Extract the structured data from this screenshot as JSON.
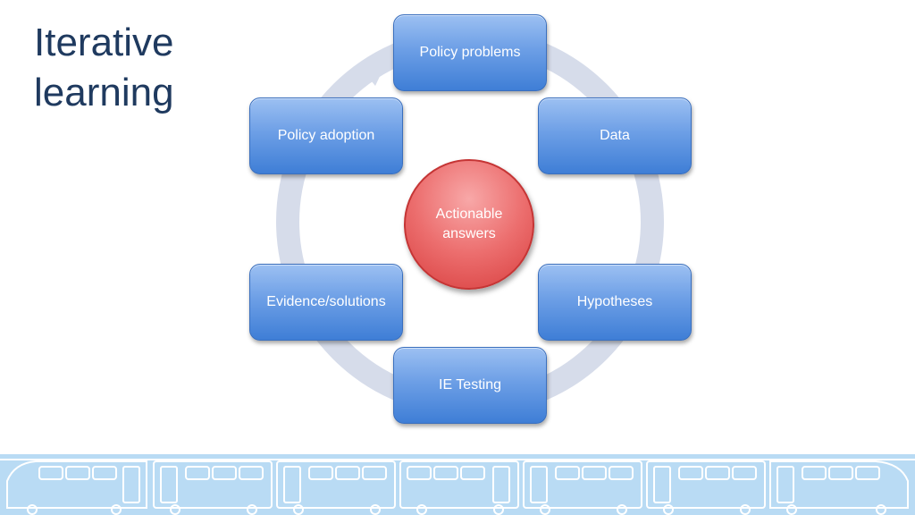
{
  "title": {
    "line1": "Iterative",
    "line2": "learning"
  },
  "diagram": {
    "center": "Actionable answers",
    "nodes": [
      "Policy problems",
      "Data",
      "Hypotheses",
      "IE Testing",
      "Evidence/solutions",
      "Policy adoption"
    ]
  },
  "colors": {
    "title": "#1f3a5f",
    "node": "#4a86d9",
    "center": "#e05555",
    "ring": "#d6dcea",
    "train_band": "#b9dbf4",
    "train_line": "#ffffff"
  }
}
